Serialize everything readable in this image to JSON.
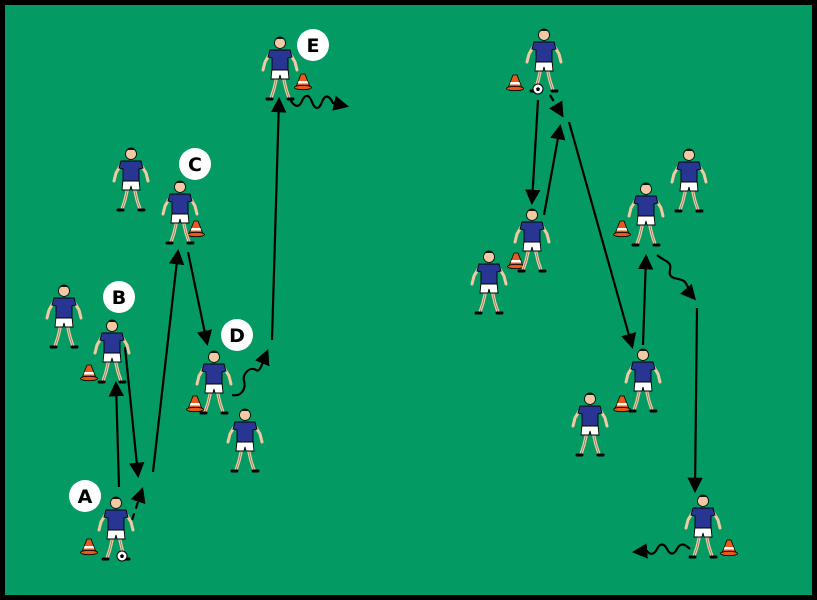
{
  "diagram": {
    "background_color": "#049a63",
    "border_color": "#000000",
    "kit": {
      "shirt": "#283593",
      "shorts": "#ffffff",
      "skin": "#f3c9a3",
      "hair": "#111111"
    },
    "cone": {
      "color": "#e85a1c",
      "stripe": "#ffffff"
    },
    "labels": [
      {
        "id": "A",
        "text": "A"
      },
      {
        "id": "B",
        "text": "B"
      },
      {
        "id": "C",
        "text": "C"
      },
      {
        "id": "D",
        "text": "D"
      },
      {
        "id": "E",
        "text": "E"
      }
    ],
    "icons": [
      "player-figure",
      "training-cone",
      "soccer-ball",
      "pass-arrow",
      "run-arrow",
      "dribble-arrow"
    ]
  }
}
